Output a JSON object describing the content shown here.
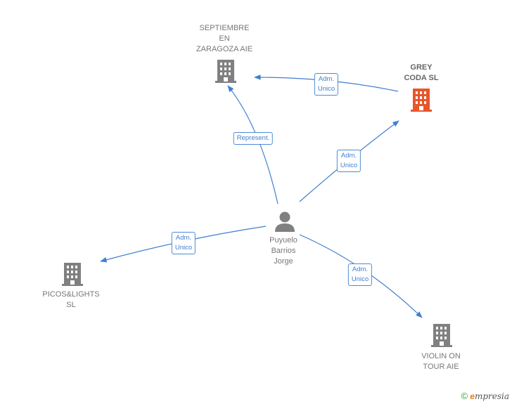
{
  "nodes": {
    "septiembre": {
      "lines": [
        "SEPTIEMBRE",
        "EN",
        "ZARAGOZA AIE"
      ],
      "type": "company",
      "color": "#808080"
    },
    "grey": {
      "lines": [
        "GREY",
        "CODA  SL"
      ],
      "type": "company",
      "color": "#e8562a"
    },
    "person": {
      "lines": [
        "Puyuelo",
        "Barrios",
        "Jorge"
      ],
      "type": "person",
      "color": "#808080"
    },
    "picos": {
      "lines": [
        "PICOS&LIGHTS",
        "SL"
      ],
      "type": "company",
      "color": "#808080"
    },
    "violin": {
      "lines": [
        "VIOLIN ON",
        "TOUR  AIE"
      ],
      "type": "company",
      "color": "#808080"
    }
  },
  "edges": {
    "grey_septiembre": {
      "lines": [
        "Adm.",
        "Unico"
      ]
    },
    "person_septiembre": {
      "lines": [
        "Represent."
      ]
    },
    "person_grey": {
      "lines": [
        "Adm.",
        "Unico"
      ]
    },
    "person_picos": {
      "lines": [
        "Adm.",
        "Unico"
      ]
    },
    "person_violin": {
      "lines": [
        "Adm.",
        "Unico"
      ]
    }
  },
  "colors": {
    "edge": "#3f7fd0"
  },
  "footer": {
    "copyright": "©",
    "brand_initial": "e",
    "brand_rest": "mpresia"
  }
}
